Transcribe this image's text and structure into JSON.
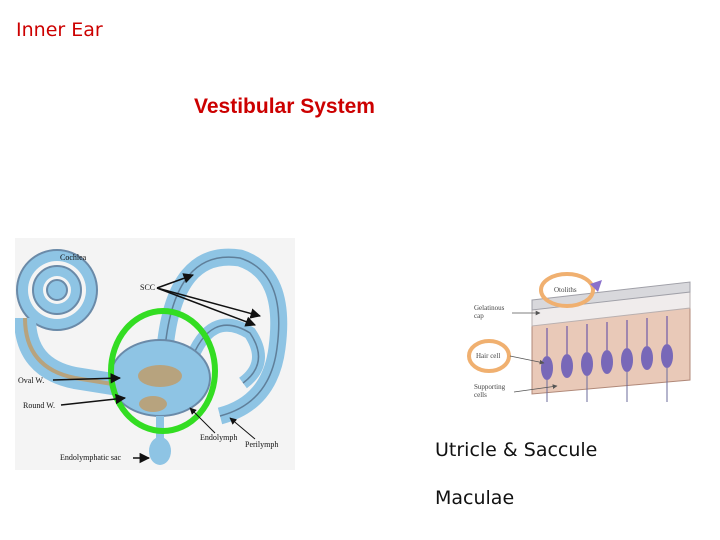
{
  "slide": {
    "header": "Inner Ear",
    "title": "Vestibular System",
    "captions": [
      "Utricle & Saccule",
      "Maculae"
    ]
  },
  "ear_diagram": {
    "labels": {
      "cochlea": "Cochlea",
      "scc": "SCC",
      "oval_window": "Oval W.",
      "round_window": "Round W.",
      "endolymphatic_sac": "Endolymphatic sac",
      "endolymph": "Endolymph",
      "perilymph": "Perilymph"
    },
    "highlight_color": "#33dd22"
  },
  "macula_diagram": {
    "labels": {
      "otoliths": "Otoliths",
      "gelatinous_cap_1": "Gelatinous",
      "gelatinous_cap_2": "cap",
      "hair_cell": "Hair cell",
      "supporting_cells_1": "Supporting",
      "supporting_cells_2": "cells"
    },
    "highlight_color": "#f0b070"
  }
}
